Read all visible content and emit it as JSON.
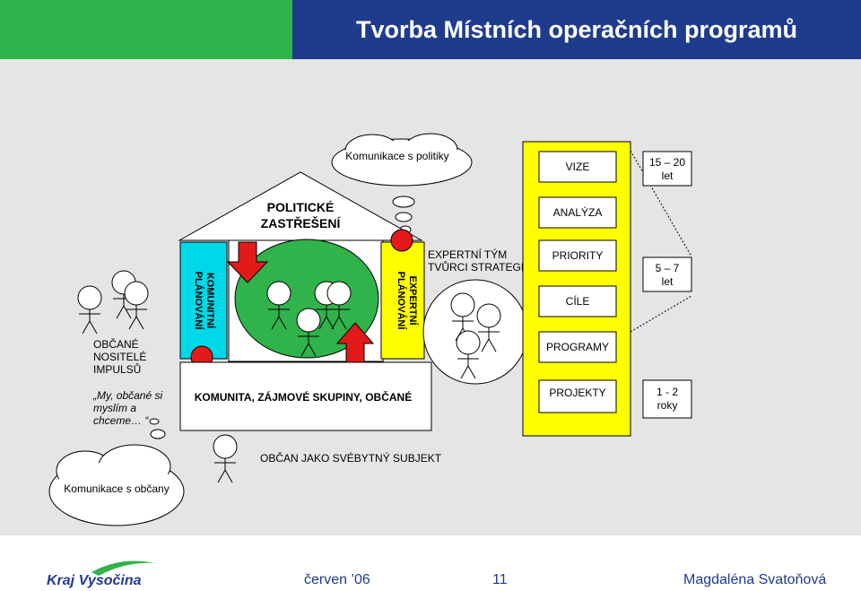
{
  "header": {
    "title": "Tvorba Místních operačních programů"
  },
  "diagram": {
    "cloud_politics": "Komunikace s politiky",
    "roof": [
      "POLITICKÉ",
      "ZASTŘEŠENÍ"
    ],
    "komunitni": [
      "KOMUNITNÍ",
      "PLÁNOVÁNÍ"
    ],
    "expertni": [
      "EXPERTNÍ",
      "PLÁNOVÁNÍ"
    ],
    "expert_team": [
      "EXPERTNÍ TÝM",
      "TVŮRCI STRATEGIE"
    ],
    "citizens_label": [
      "OBČANÉ",
      "NOSITELÉ",
      "IMPULSŮ"
    ],
    "quote": [
      "„My, občané si",
      "myslím a",
      "chceme… “"
    ],
    "community": "KOMUNITA, ZÁJMOVÉ SKUPINY, OBČANÉ",
    "citizen_subject": "OBČAN JAKO SVÉBYTNÝ SUBJEKT",
    "cloud_citizens": "Komunikace s občany",
    "ladder": [
      "VIZE",
      "ANALÝZA",
      "PRIORITY",
      "CÍLE",
      "PROGRAMY",
      "PROJEKTY"
    ],
    "timeframes": [
      [
        "15 – 20",
        "let"
      ],
      [
        "5 – 7",
        "let"
      ],
      [
        "1 - 2",
        "roky"
      ]
    ]
  },
  "footer": {
    "logo": "Kraj Vysočina",
    "date": "červen ’06",
    "page": "11",
    "author": "Magdaléna Svatoňová"
  },
  "colors": {
    "green": "#2fb34a",
    "blue": "#1f3b8c",
    "yellow": "#ffff00",
    "red": "#e31a1a",
    "cyan": "#00d8e8"
  }
}
